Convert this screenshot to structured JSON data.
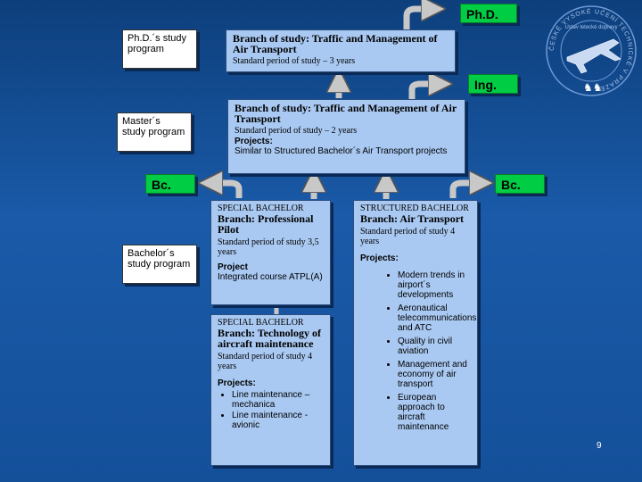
{
  "labels": {
    "phd": "Ph.D.´s study program",
    "masters": "Master´s study program",
    "bachelor": "Bachelor´s study program"
  },
  "degrees": {
    "phd": "Ph.D.",
    "ing": "Ing.",
    "bc_left": "Bc.",
    "bc_right": "Bc."
  },
  "boxes": {
    "phd_box": {
      "title": "Branch of study: Traffic and Management of Air Transport",
      "standard": "Standard period of study – 3 years"
    },
    "masters_box": {
      "title": "Branch of study: Traffic and Management of Air Transport",
      "standard": "Standard period of study – 2 years",
      "projects_label": "Projects:",
      "projects_text": "Similar to Structured Bachelor´s Air Transport projects"
    },
    "pilot_box": {
      "tag": "SPECIAL BACHELOR",
      "branch": "Branch: Professional Pilot",
      "standard": "Standard period of study 3,5 years",
      "project_label": "Project",
      "project_text": "Integrated course ATPL(A)"
    },
    "maintenance_box": {
      "tag": "SPECIAL BACHELOR",
      "branch": "Branch: Technology of aircraft maintenance",
      "standard": "Standard period of study 4 years",
      "projects_label": "Projects:",
      "items": [
        "Line maintenance – mechanica",
        "Line maintenance - avionic"
      ]
    },
    "air_transport_box": {
      "tag": "STRUCTURED BACHELOR",
      "branch": "Branch: Air Transport",
      "standard": "Standard period of study 4 years",
      "projects_label": "Projects:",
      "items": [
        "Modern trends in airport´s developments",
        "Aeronautical telecommunications and ATC",
        "Quality in civil aviation",
        "Management and economy of air transport",
        "European approach to aircraft maintenance"
      ]
    }
  },
  "logo": {
    "ring_text": "ČESKÉ VYSOKÉ UČENÍ TECHNICKÉ V PRAZE",
    "inner_text": "Ústav letecké dopravy"
  },
  "page_number": "9",
  "colors": {
    "background": "#1a5aa8",
    "degree_green": "#00cc44",
    "box_blue": "#a9c9f2",
    "arrow_gray": "#c8c8c8"
  }
}
